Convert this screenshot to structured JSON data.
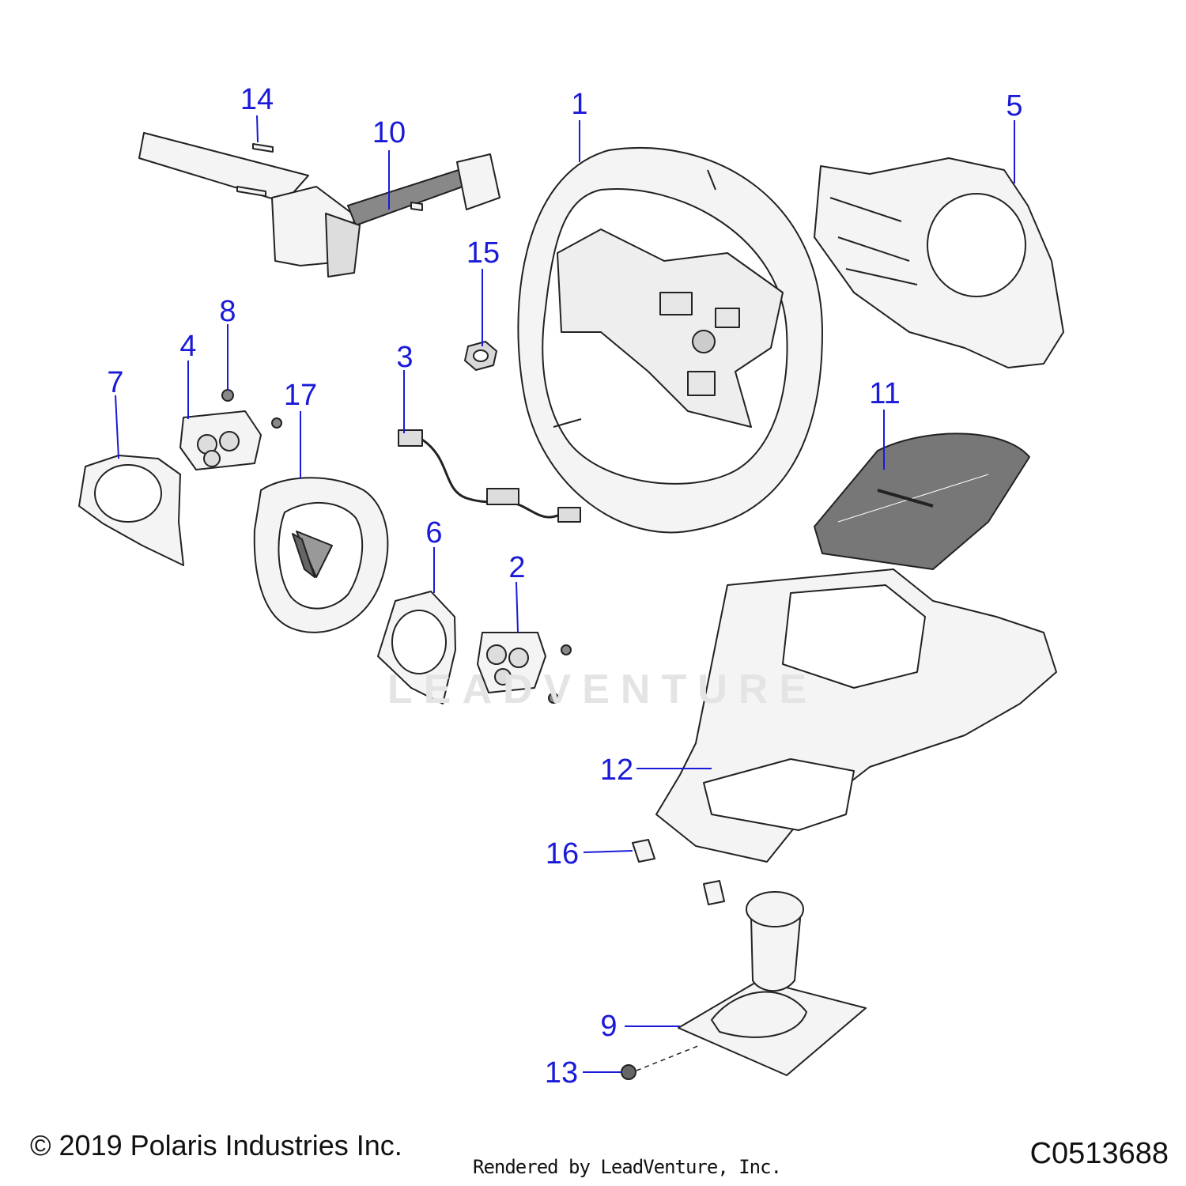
{
  "callouts": [
    {
      "id": "1",
      "label": "1"
    },
    {
      "id": "2",
      "label": "2"
    },
    {
      "id": "3",
      "label": "3"
    },
    {
      "id": "4",
      "label": "4"
    },
    {
      "id": "5",
      "label": "5"
    },
    {
      "id": "6",
      "label": "6"
    },
    {
      "id": "7",
      "label": "7"
    },
    {
      "id": "8",
      "label": "8"
    },
    {
      "id": "9",
      "label": "9"
    },
    {
      "id": "10",
      "label": "10"
    },
    {
      "id": "11",
      "label": "11"
    },
    {
      "id": "12",
      "label": "12"
    },
    {
      "id": "13",
      "label": "13"
    },
    {
      "id": "14",
      "label": "14"
    },
    {
      "id": "15",
      "label": "15"
    },
    {
      "id": "16",
      "label": "16"
    },
    {
      "id": "17",
      "label": "17"
    }
  ],
  "footer": {
    "copyright": "© 2019 Polaris Industries Inc.",
    "rendered_by": "Rendered by LeadVenture, Inc.",
    "diagram_code": "C0513688"
  },
  "watermark": {
    "text": "LEADVENTURE"
  },
  "colors": {
    "callout": "#1a1ad8",
    "line": "#1a1ad8",
    "part_stroke": "#222222",
    "part_fill": "#f4f4f4"
  }
}
